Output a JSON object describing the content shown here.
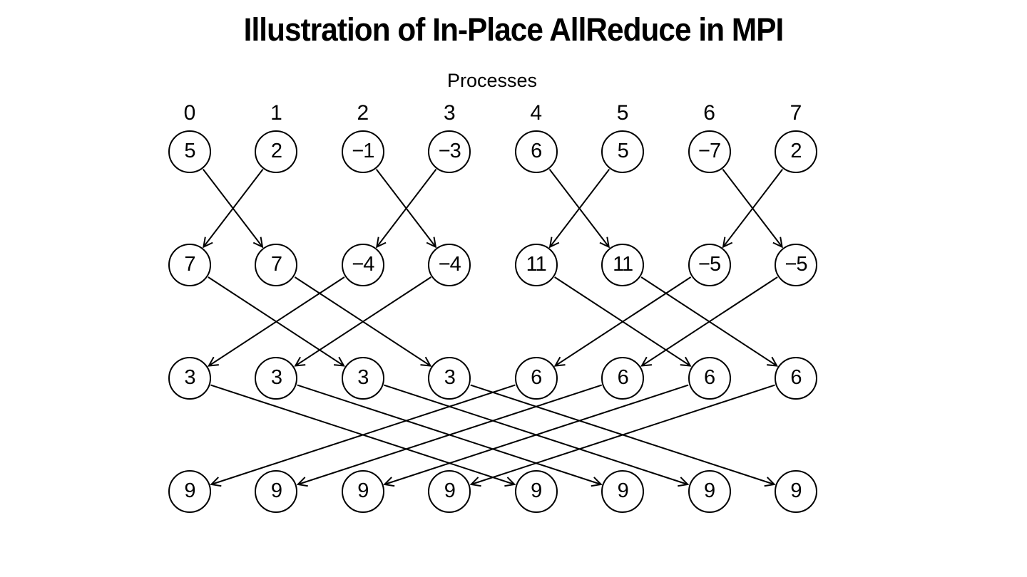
{
  "figure": {
    "title": "Illustration of In-Place AllReduce in MPI",
    "processes_label": "Processes",
    "process_ids": [
      "0",
      "1",
      "2",
      "3",
      "4",
      "5",
      "6",
      "7"
    ],
    "rows": [
      [
        "5",
        "2",
        "−1",
        "−3",
        "6",
        "5",
        "−7",
        "2"
      ],
      [
        "7",
        "7",
        "−4",
        "−4",
        "11",
        "11",
        "−5",
        "−5"
      ],
      [
        "3",
        "3",
        "3",
        "3",
        "6",
        "6",
        "6",
        "6"
      ],
      [
        "9",
        "9",
        "9",
        "9",
        "9",
        "9",
        "9",
        "9"
      ]
    ],
    "stages": [
      {
        "from_row": 0,
        "to_row": 1,
        "edges": [
          [
            0,
            1
          ],
          [
            1,
            0
          ],
          [
            2,
            3
          ],
          [
            3,
            2
          ],
          [
            4,
            5
          ],
          [
            5,
            4
          ],
          [
            6,
            7
          ],
          [
            7,
            6
          ]
        ]
      },
      {
        "from_row": 1,
        "to_row": 2,
        "edges": [
          [
            0,
            2
          ],
          [
            2,
            0
          ],
          [
            1,
            3
          ],
          [
            3,
            1
          ],
          [
            4,
            6
          ],
          [
            6,
            4
          ],
          [
            5,
            7
          ],
          [
            7,
            5
          ]
        ]
      },
      {
        "from_row": 2,
        "to_row": 3,
        "edges": [
          [
            0,
            4
          ],
          [
            4,
            0
          ],
          [
            1,
            5
          ],
          [
            5,
            1
          ],
          [
            2,
            6
          ],
          [
            6,
            2
          ],
          [
            3,
            7
          ],
          [
            7,
            3
          ]
        ]
      }
    ],
    "colors": {
      "stroke": "#000000",
      "background": "#ffffff"
    }
  }
}
